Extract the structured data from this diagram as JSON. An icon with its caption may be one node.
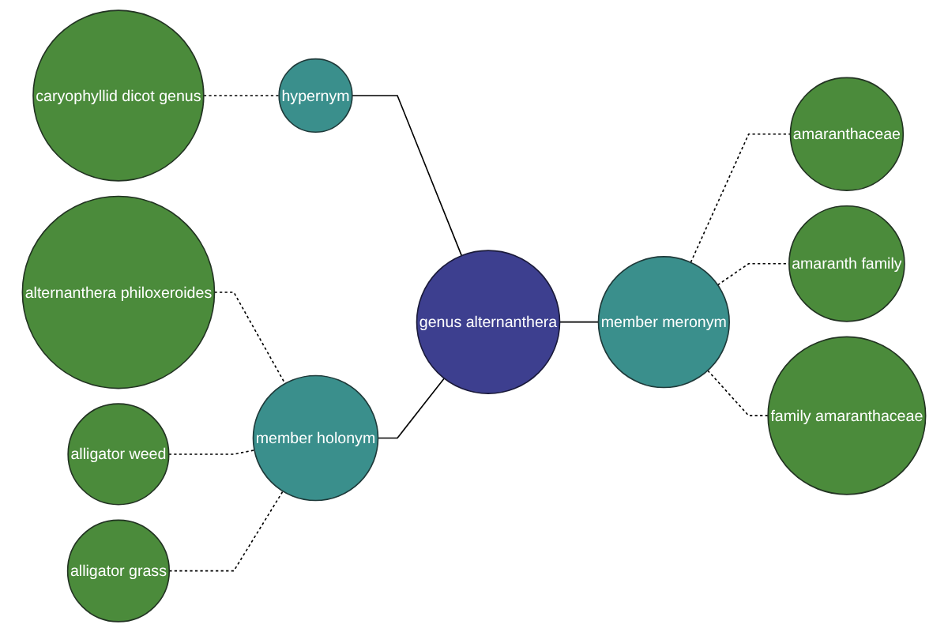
{
  "diagram": {
    "nodes": [
      {
        "text": [
          "caryophyllid dicot genus"
        ]
      },
      {
        "text": [
          "alternanthera philoxeroides"
        ]
      },
      {
        "text": [
          "alligator weed"
        ]
      },
      {
        "text": [
          "hypernym"
        ]
      },
      {
        "text": [
          "amaranthaceae"
        ]
      },
      {
        "text": [
          "member holonym"
        ]
      },
      {
        "text": [
          "genus alternanthera"
        ]
      },
      {
        "text": [
          "alligator grass"
        ]
      },
      {
        "text": [
          "amaranth family"
        ]
      },
      {
        "text": [
          "member meronym"
        ]
      },
      {
        "text": [
          "family amaranthaceae"
        ]
      }
    ],
    "edges": [
      {
        "from": 3,
        "to": 6,
        "arrow": "none"
      },
      {
        "from": 5,
        "to": 6,
        "arrow": "none"
      },
      {
        "from": 6,
        "to": 9,
        "arrow": "none"
      },
      {
        "from": 0,
        "to": 3,
        "arrow": "none",
        "style": "dashed"
      },
      {
        "from": 1,
        "to": 5,
        "arrow": "none",
        "style": "dashed"
      },
      {
        "from": 2,
        "to": 5,
        "arrow": "none",
        "style": "dashed"
      },
      {
        "from": 7,
        "to": 5,
        "arrow": "none",
        "style": "dashed"
      },
      {
        "from": 9,
        "to": 4,
        "arrow": "none",
        "style": "dashed"
      },
      {
        "from": 9,
        "to": 8,
        "arrow": "none",
        "style": "dashed"
      },
      {
        "from": 9,
        "to": 10,
        "arrow": "none",
        "style": "dashed"
      }
    ]
  }
}
